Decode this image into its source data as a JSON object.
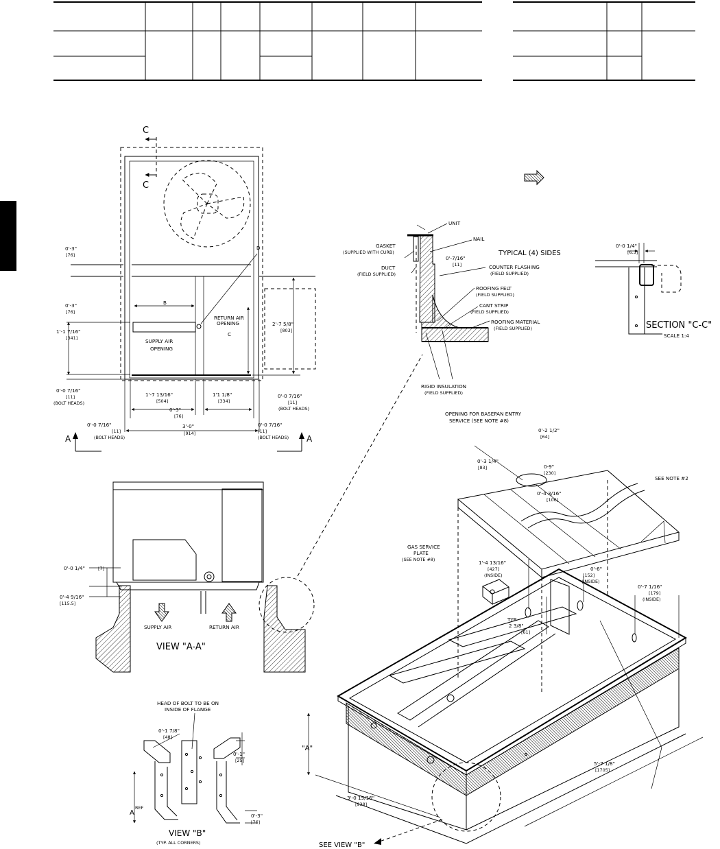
{
  "section_c_c": {
    "label": "SECTION \"C-C\"",
    "scale": "SCALE 1:4",
    "cut_marker": "C",
    "dim": "0'-0 1/4\"",
    "dim_mm": "[6.3]"
  },
  "plan_view": {
    "callout_d": "D",
    "label_b": "B",
    "label_c": "C",
    "return_air_opening": [
      "RETURN AIR",
      "OPENING"
    ],
    "supply_air_opening": [
      "SUPPLY AIR",
      "OPENING"
    ],
    "dims": [
      {
        "ft": "0'-3\"",
        "mm": "[76]"
      },
      {
        "ft": "0'-3\"",
        "mm": "[76]"
      },
      {
        "ft": "1'-1 7/16\"",
        "mm": "[341]"
      },
      {
        "ft": "0'-0 7/16\"",
        "mm": "[11]",
        "note": "(BOLT HEADS)"
      },
      {
        "ft": "1'-7 13/16\"",
        "mm": "[504]"
      },
      {
        "ft": "1'1 1/8\"",
        "mm": "[334]"
      },
      {
        "ft": "0'-3\"",
        "mm": "[76]"
      },
      {
        "ft": "0'-0 7/16\"",
        "mm": "[11]",
        "note": "(BOLT HEADS)"
      },
      {
        "ft": "3'-0\"",
        "mm": "[914]"
      },
      {
        "ft": "0'-0 7/16\"",
        "mm": "[11]",
        "note": "(BOLT HEADS)"
      },
      {
        "ft": "0'-0 7/16\"",
        "mm": "[11]",
        "note": "(BOLT HEADS)"
      },
      {
        "ft": "2'-7 5/8\"",
        "mm": "[803]"
      }
    ],
    "view_marker": "A"
  },
  "detail_typical": {
    "title": "TYPICAL (4) SIDES",
    "labels": {
      "unit": "UNIT",
      "nail": "NAIL",
      "gasket": [
        "GASKET",
        "(SUPPLIED WITH CURB)"
      ],
      "duct": [
        "DUCT",
        "(FIELD SUPPLIED)"
      ],
      "gap": [
        "0'-7/16\"",
        "[11]"
      ],
      "counter_flashing": [
        "COUNTER FLASHING",
        "(FIELD SUPPLIED)"
      ],
      "roofing_felt": [
        "ROOFING FELT",
        "(FIELD SUPPLIED)"
      ],
      "cant_strip": [
        "CANT STRIP",
        "(FIELD SUPPLIED)"
      ],
      "roofing_material": [
        "ROOFING MATERIAL",
        "(FIELD SUPPLIED)"
      ],
      "rigid_insulation": [
        "RIGID INSULATION",
        "(FIELD SUPPLIED)"
      ]
    }
  },
  "view_a_a": {
    "title": "VIEW \"A-A\"",
    "supply_air": "SUPPLY AIR",
    "return_air": "RETURN AIR",
    "dims": [
      {
        "ft": "0'-0 1/4\"",
        "mm": "[7]"
      },
      {
        "ft": "0'-4 9/16\"",
        "mm": "[115.5]"
      }
    ]
  },
  "iso_view": {
    "opening_note": [
      "OPENING FOR BASEPAN ENTRY",
      "SERVICE (SEE NOTE #8)"
    ],
    "see_note_2": "SEE NOTE #2",
    "gas_plate": [
      "GAS SERVICE",
      "PLATE",
      "(SEE NOTE #8)"
    ],
    "dims": [
      {
        "ft": "0'-2 1/2\"",
        "mm": "[64]"
      },
      {
        "ft": "0'-3 1/4\"",
        "mm": "[83]"
      },
      {
        "ft": "0-9\"",
        "mm": "[230]"
      },
      {
        "ft": "0'-4 3/16\"",
        "mm": "[106]"
      },
      {
        "ft": "1'-4 13/16\"",
        "mm": "[427]",
        "note": "(INSIDE)"
      },
      {
        "ft": "0'-6\"",
        "mm": "[152]",
        "note": "(INSIDE)"
      },
      {
        "ft": "0'-7 1/16\"",
        "mm": "[179]",
        "note": "(INSIDE)"
      },
      {
        "ft": "TYP",
        "mm": "2 3/8\"",
        "note": "[61]"
      },
      {
        "ft": "5'-7 1/8\"",
        "mm": "[1705]"
      },
      {
        "ft": "3'-0 15/16\"",
        "mm": "[938]"
      }
    ],
    "label_a": "\"A\"",
    "see_view_b": "SEE VIEW \"B\""
  },
  "view_b": {
    "title": "VIEW \"B\"",
    "subtitle": "(TYP. ALL CORNERS)",
    "bolt_note": [
      "HEAD OF BOLT TO BE ON",
      "INSIDE OF FLANGE"
    ],
    "ref_a": "A",
    "ref": "REF",
    "dims": [
      {
        "ft": "0'-1 7/8\"",
        "mm": "[48]"
      },
      {
        "ft": "0'-1\"",
        "mm": "[25]"
      },
      {
        "ft": "0'-3\"",
        "mm": "[76]"
      }
    ]
  }
}
